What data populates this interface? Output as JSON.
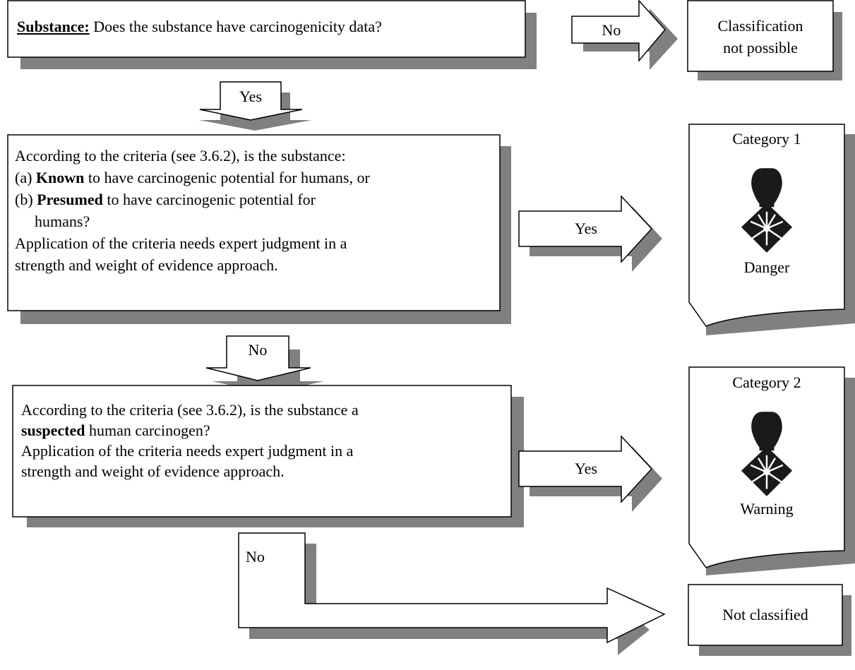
{
  "substance_box": {
    "label": "Substance:",
    "question": " Does the substance have carcinogenicity data?"
  },
  "no_possible_arrow": "No",
  "classification_box": "Classification\nnot possible",
  "yes_arrow_1": "Yes",
  "box_cat1": {
    "line1": "According to the criteria (see 3.6.2), is the substance:",
    "a_prefix": "(a) ",
    "a_bold": "Known",
    "a_rest": " to have carcinogenic potential for humans, or",
    "b_prefix": "(b) ",
    "b_bold": "Presumed",
    "b_rest": " to have carcinogenic potential for",
    "b_cont": "humans?",
    "line4": "Application of the criteria needs expert judgment in a",
    "line5": "strength and weight of evidence approach."
  },
  "yes_arrow_cat1": "Yes",
  "category1": {
    "title": "Category 1",
    "signal": "Danger",
    "pictogram": "health-hazard-icon"
  },
  "no_arrow_1": "No",
  "box_cat2": {
    "line1": "According to the criteria (see 3.6.2), is the substance a",
    "bold": "suspected",
    "rest": " human carcinogen?",
    "line3": "Application of the criteria needs expert judgment in a",
    "line4": "strength and weight of evidence approach."
  },
  "yes_arrow_cat2": "Yes",
  "category2": {
    "title": "Category 2",
    "signal": "Warning",
    "pictogram": "health-hazard-icon"
  },
  "no_arrow_2": "No",
  "not_classified_box": "Not classified"
}
